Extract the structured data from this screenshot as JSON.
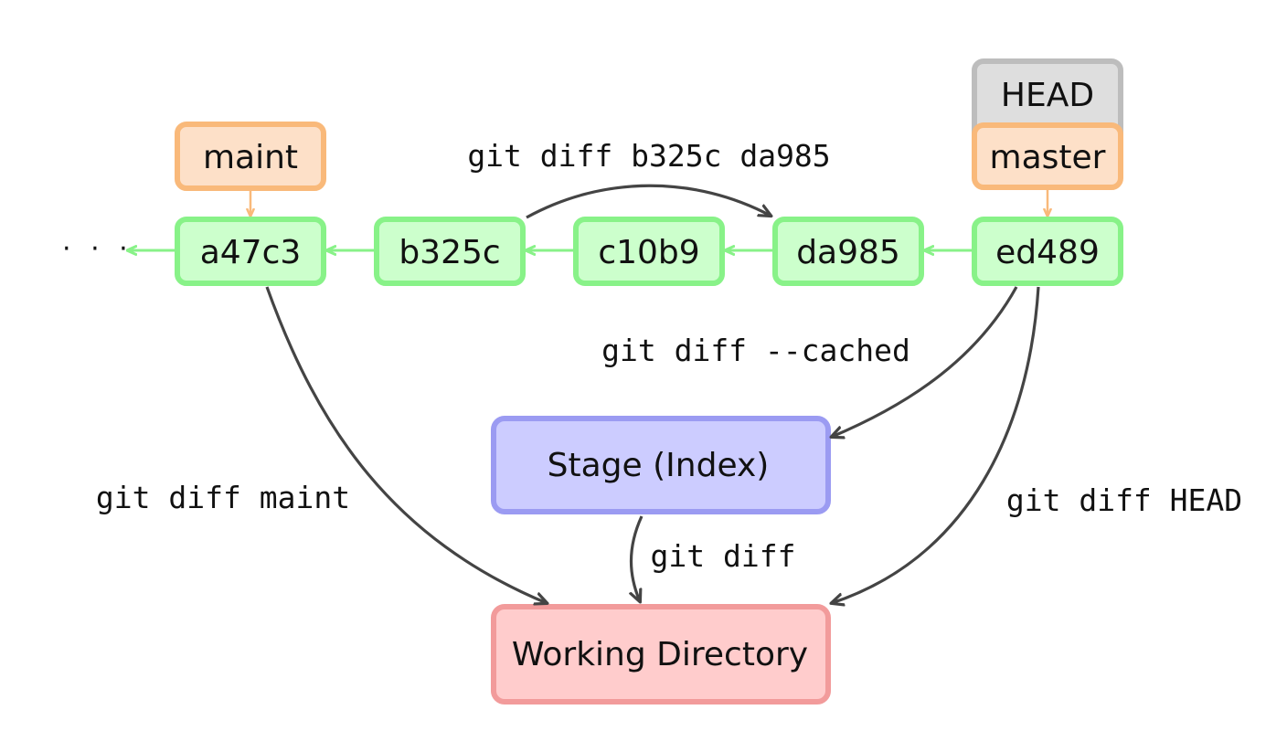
{
  "ellipsis": "· · ·",
  "refs": {
    "head": "HEAD",
    "master": "master",
    "maint": "maint"
  },
  "commits": [
    "a47c3",
    "b325c",
    "c10b9",
    "da985",
    "ed489"
  ],
  "areas": {
    "stage": "Stage (Index)",
    "working_directory": "Working Directory"
  },
  "commands": {
    "diff_commits": "git diff b325c da985",
    "diff_cached": "git diff --cached",
    "diff_maint": "git diff maint",
    "diff_head": "git diff HEAD",
    "diff": "git diff"
  },
  "colors": {
    "commit_fill": "#ccffcc",
    "commit_stroke": "#88f288",
    "ref_fill": "#fde0c8",
    "ref_stroke": "#f9b97a",
    "head_fill": "#dedede",
    "head_stroke": "#bdbdbd",
    "stage_fill": "#ccccff",
    "stage_stroke": "#9b9bf2",
    "workdir_fill": "#ffcccc",
    "workdir_stroke": "#f29b9b",
    "arrow_dark": "#444444"
  }
}
